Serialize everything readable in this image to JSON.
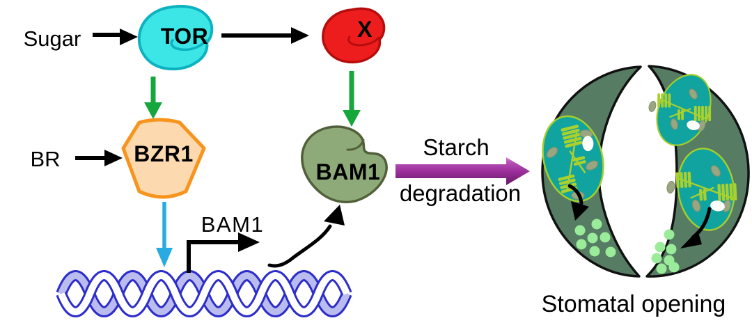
{
  "figure": {
    "description": "Signaling pathway diagram: sugar-TOR-BZR1 regulation of BAM1 driving starch degradation and stomatal opening",
    "labels": {
      "sugar": "Sugar",
      "tor": "TOR",
      "unknown_factor": "X",
      "br": "BR",
      "bzr1": "BZR1",
      "bam1_gene": "BAM1",
      "bam1_protein": "BAM1",
      "starch_line1": "Starch",
      "starch_line2": "degradation",
      "stomatal_opening": "Stomatal opening"
    },
    "colors": {
      "tor_fill": "#3ce6e6",
      "tor_stroke": "#0cb2c0",
      "x_fill": "#ee1d1d",
      "x_stroke": "#b50d0d",
      "bzr1_fill": "#fcd9ae",
      "bzr1_stroke": "#f7941e",
      "bam1_fill": "#8eaa78",
      "bam1_stroke": "#51603a",
      "green_arrow": "#16a73c",
      "cyan_arrow": "#29abe2",
      "black_arrow": "#000000",
      "purple_arrow_mid": "#9c2f9c",
      "dna_stroke": "#2d2dcc",
      "dna_fill": "#b9bcec",
      "guard_cell_fill": "#567c63",
      "chloroplast_fill": "#10a3a0",
      "chloroplast_stroke": "#a5cf2b",
      "grana": "#a9d02d",
      "starch_granule": "#9aa581",
      "sugar_dot": "#9aec9a"
    }
  }
}
